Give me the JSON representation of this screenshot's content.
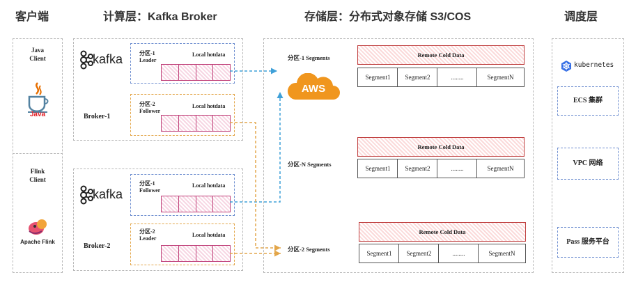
{
  "headers": {
    "client": "客户端",
    "compute": "计算层：Kafka Broker",
    "storage": "存储层：分布式对象存储 S3/COS",
    "schedule": "调度层"
  },
  "clients": {
    "java_label": "Java\nClient",
    "java_logo_text": "Java",
    "flink_label": "Flink\nClient",
    "flink_logo_text": "Apache Flink"
  },
  "brokers": [
    {
      "name": "Broker-1",
      "logo_text": "kafka",
      "partitions": [
        {
          "role": "分区-1\nLeader",
          "label": "Local hotdata"
        },
        {
          "role": "分区-2\nFollower",
          "label": "Local hotdata"
        }
      ]
    },
    {
      "name": "Broker-2",
      "logo_text": "kafka",
      "partitions": [
        {
          "role": "分区-1\nFollower",
          "label": "Local hotdata"
        },
        {
          "role": "分区-2\nLeader",
          "label": "Local hotdata"
        }
      ]
    }
  ],
  "storage": {
    "aws_text": "AWS",
    "groups": [
      {
        "label": "分区-1 Segments",
        "remote": "Remote Cold Data",
        "segments": [
          "Segment1",
          "Segment2",
          "........",
          "SegmentN"
        ]
      },
      {
        "label": "分区-N Segments",
        "remote": "Remote Cold Data",
        "segments": [
          "Segment1",
          "Segment2",
          "........",
          "SegmentN"
        ]
      },
      {
        "label": "分区-2 Segments",
        "remote": "Remote Cold Data",
        "segments": [
          "Segment1",
          "Segment2",
          "........",
          "SegmentN"
        ]
      }
    ]
  },
  "schedule": {
    "kubernetes": "kubernetes",
    "items": [
      "ECS 集群",
      "VPC 网络",
      "Pass 服务平台"
    ]
  },
  "colors": {
    "leader_arrow": "#3fa0d8",
    "follower_arrow": "#e3a64a",
    "hotdata": "#c0417a",
    "cold": "#c04040",
    "aws": "#f0961e",
    "k8s": "#326ce5"
  }
}
